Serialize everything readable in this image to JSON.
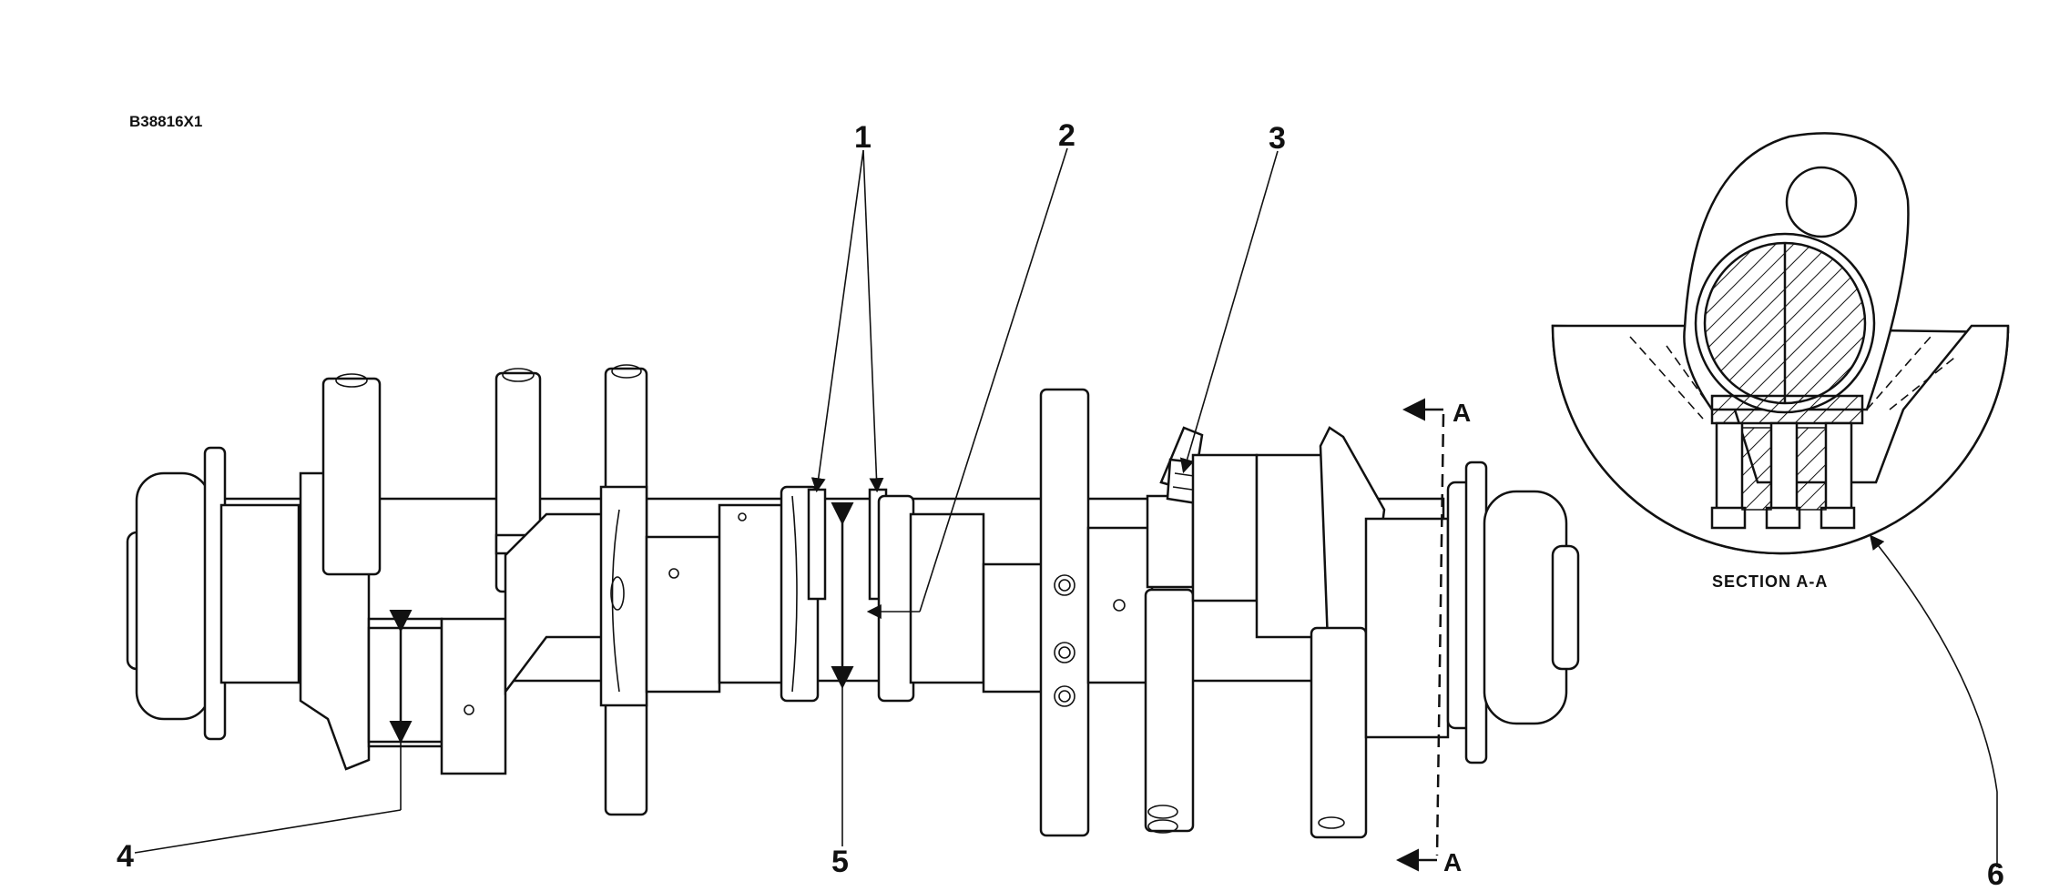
{
  "figure": {
    "drawing_code": "B38816X1",
    "section_label": "SECTION A-A",
    "section_marks": [
      "A",
      "A"
    ],
    "callouts": [
      "1",
      "2",
      "3",
      "4",
      "5",
      "6"
    ]
  },
  "colors": {
    "line": "#111111",
    "background": "#ffffff"
  }
}
